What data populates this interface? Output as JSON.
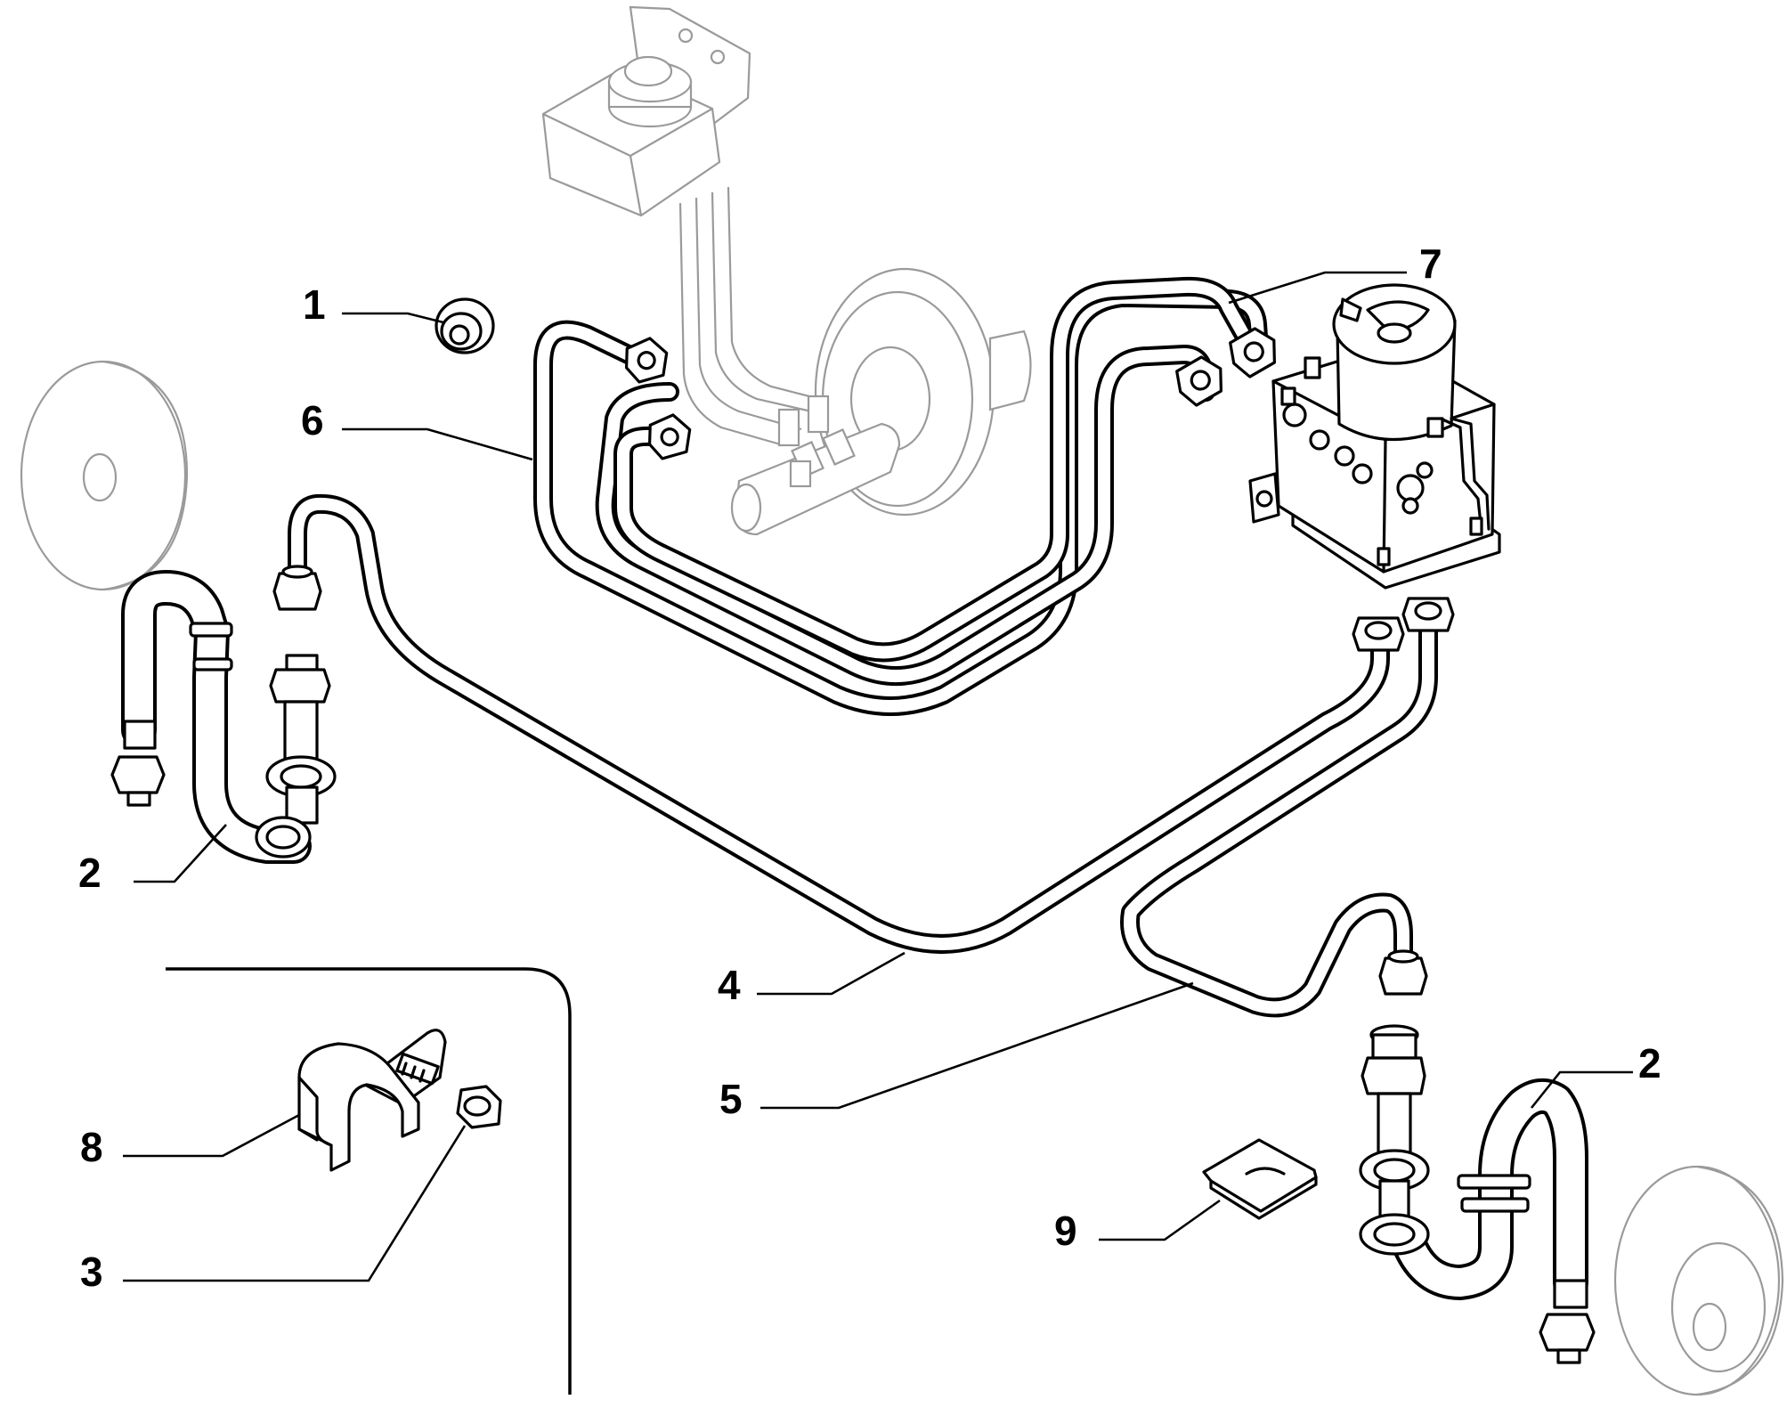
{
  "diagram": {
    "callouts": [
      {
        "id": "c1",
        "label": "1"
      },
      {
        "id": "c6",
        "label": "6"
      },
      {
        "id": "c7",
        "label": "7"
      },
      {
        "id": "c2-left",
        "label": "2"
      },
      {
        "id": "c4",
        "label": "4"
      },
      {
        "id": "c5",
        "label": "5"
      },
      {
        "id": "c2-right",
        "label": "2"
      },
      {
        "id": "c8",
        "label": "8"
      },
      {
        "id": "c3",
        "label": "3"
      },
      {
        "id": "c9",
        "label": "9"
      }
    ]
  }
}
